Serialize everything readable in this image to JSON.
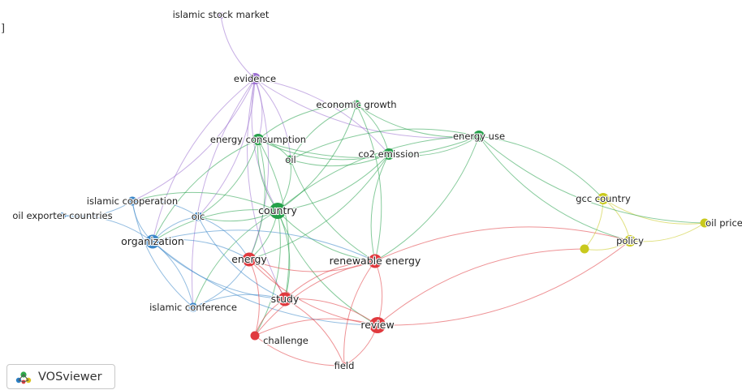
{
  "crop_mark": "]",
  "branding": {
    "name": "VOSviewer",
    "icon": "vosviewer-logo-icon"
  },
  "clusters": {
    "purple": "#9b6fcf",
    "blue": "#3a86c8",
    "green": "#25a04a",
    "red": "#e0393e",
    "yellow": "#c9c91d"
  },
  "nodes": [
    {
      "id": "islamic-stock-market",
      "label": "islamic stock market",
      "cluster": "purple",
      "weight": 1
    },
    {
      "id": "evidence",
      "label": "evidence",
      "cluster": "purple",
      "weight": 3
    },
    {
      "id": "economic-growth",
      "label": "economic growth",
      "cluster": "green",
      "weight": 2
    },
    {
      "id": "energy-consumption",
      "label": "energy consumption",
      "cluster": "green",
      "weight": 3
    },
    {
      "id": "oil",
      "label": "oil",
      "cluster": "green",
      "weight": 2
    },
    {
      "id": "co2-emission",
      "label": "co2 emission",
      "cluster": "green",
      "weight": 3
    },
    {
      "id": "energy-use",
      "label": "energy use",
      "cluster": "green",
      "weight": 3
    },
    {
      "id": "country",
      "label": "country",
      "cluster": "green",
      "weight": 5
    },
    {
      "id": "islamic-cooperation",
      "label": "islamic cooperation",
      "cluster": "blue",
      "weight": 2
    },
    {
      "id": "oil-exporter-countries",
      "label": "oil exporter countries",
      "cluster": "blue",
      "weight": 1
    },
    {
      "id": "oic",
      "label": "oic",
      "cluster": "blue",
      "weight": 2
    },
    {
      "id": "organization",
      "label": "organization",
      "cluster": "blue",
      "weight": 4
    },
    {
      "id": "islamic-conference",
      "label": "islamic conference",
      "cluster": "blue",
      "weight": 2
    },
    {
      "id": "energy",
      "label": "energy",
      "cluster": "red",
      "weight": 4
    },
    {
      "id": "renewable-energy",
      "label": "renewable energy",
      "cluster": "red",
      "weight": 4
    },
    {
      "id": "study",
      "label": "study",
      "cluster": "red",
      "weight": 4
    },
    {
      "id": "challenge",
      "label": "challenge",
      "cluster": "red",
      "weight": 2
    },
    {
      "id": "review",
      "label": "review",
      "cluster": "red",
      "weight": 5
    },
    {
      "id": "field",
      "label": "field",
      "cluster": "red",
      "weight": 1
    },
    {
      "id": "gcc-country",
      "label": "gcc country",
      "cluster": "yellow",
      "weight": 3
    },
    {
      "id": "oil-price",
      "label": "oil price",
      "cluster": "yellow",
      "weight": 2
    },
    {
      "id": "policy",
      "label": "policy",
      "cluster": "yellow",
      "weight": 3
    },
    {
      "id": "yellow-unlabeled",
      "label": "",
      "cluster": "yellow",
      "weight": 2
    }
  ],
  "links": [
    [
      "islamic-stock-market",
      "evidence"
    ],
    [
      "evidence",
      "islamic-cooperation"
    ],
    [
      "evidence",
      "organization"
    ],
    [
      "evidence",
      "oic"
    ],
    [
      "evidence",
      "country"
    ],
    [
      "evidence",
      "energy"
    ],
    [
      "evidence",
      "study"
    ],
    [
      "evidence",
      "co2-emission"
    ],
    [
      "evidence",
      "energy-use"
    ],
    [
      "evidence",
      "energy-consumption"
    ],
    [
      "evidence",
      "islamic-conference"
    ],
    [
      "evidence",
      "oil"
    ],
    [
      "economic-growth",
      "energy-consumption"
    ],
    [
      "economic-growth",
      "co2-emission"
    ],
    [
      "economic-growth",
      "oil"
    ],
    [
      "economic-growth",
      "country"
    ],
    [
      "economic-growth",
      "energy-use"
    ],
    [
      "economic-growth",
      "renewable-energy"
    ],
    [
      "energy-consumption",
      "co2-emission"
    ],
    [
      "energy-consumption",
      "oil"
    ],
    [
      "energy-consumption",
      "country"
    ],
    [
      "energy-consumption",
      "energy"
    ],
    [
      "energy-consumption",
      "energy-use"
    ],
    [
      "energy-consumption",
      "oic"
    ],
    [
      "energy-consumption",
      "organization"
    ],
    [
      "energy-consumption",
      "study"
    ],
    [
      "oil",
      "co2-emission"
    ],
    [
      "oil",
      "country"
    ],
    [
      "oil",
      "renewable-energy"
    ],
    [
      "oil",
      "energy-use"
    ],
    [
      "co2-emission",
      "energy-use"
    ],
    [
      "co2-emission",
      "country"
    ],
    [
      "co2-emission",
      "renewable-energy"
    ],
    [
      "co2-emission",
      "energy"
    ],
    [
      "energy-use",
      "country"
    ],
    [
      "energy-use",
      "gcc-country"
    ],
    [
      "energy-use",
      "policy"
    ],
    [
      "energy-use",
      "renewable-energy"
    ],
    [
      "country",
      "organization"
    ],
    [
      "country",
      "oic"
    ],
    [
      "country",
      "islamic-cooperation"
    ],
    [
      "country",
      "energy"
    ],
    [
      "country",
      "renewable-energy"
    ],
    [
      "country",
      "study"
    ],
    [
      "country",
      "review"
    ],
    [
      "country",
      "challenge"
    ],
    [
      "country",
      "islamic-conference"
    ],
    [
      "islamic-cooperation",
      "oil-exporter-countries"
    ],
    [
      "islamic-cooperation",
      "organization"
    ],
    [
      "islamic-cooperation",
      "oic"
    ],
    [
      "islamic-cooperation",
      "islamic-conference"
    ],
    [
      "oil-exporter-countries",
      "organization"
    ],
    [
      "oic",
      "organization"
    ],
    [
      "oic",
      "energy"
    ],
    [
      "oic",
      "study"
    ],
    [
      "organization",
      "energy"
    ],
    [
      "organization",
      "study"
    ],
    [
      "organization",
      "islamic-conference"
    ],
    [
      "organization",
      "review"
    ],
    [
      "organization",
      "renewable-energy"
    ],
    [
      "islamic-conference",
      "energy"
    ],
    [
      "islamic-conference",
      "study"
    ],
    [
      "energy",
      "renewable-energy"
    ],
    [
      "energy",
      "study"
    ],
    [
      "energy",
      "review"
    ],
    [
      "energy",
      "challenge"
    ],
    [
      "renewable-energy",
      "study"
    ],
    [
      "renewable-energy",
      "review"
    ],
    [
      "renewable-energy",
      "challenge"
    ],
    [
      "renewable-energy",
      "policy"
    ],
    [
      "renewable-energy",
      "field"
    ],
    [
      "study",
      "review"
    ],
    [
      "study",
      "challenge"
    ],
    [
      "study",
      "field"
    ],
    [
      "review",
      "challenge"
    ],
    [
      "review",
      "field"
    ],
    [
      "review",
      "policy"
    ],
    [
      "review",
      "yellow-unlabeled"
    ],
    [
      "challenge",
      "field"
    ],
    [
      "gcc-country",
      "policy"
    ],
    [
      "gcc-country",
      "oil-price"
    ],
    [
      "gcc-country",
      "yellow-unlabeled"
    ],
    [
      "policy",
      "oil-price"
    ],
    [
      "policy",
      "yellow-unlabeled"
    ],
    [
      "energy-use",
      "oil-price"
    ]
  ]
}
